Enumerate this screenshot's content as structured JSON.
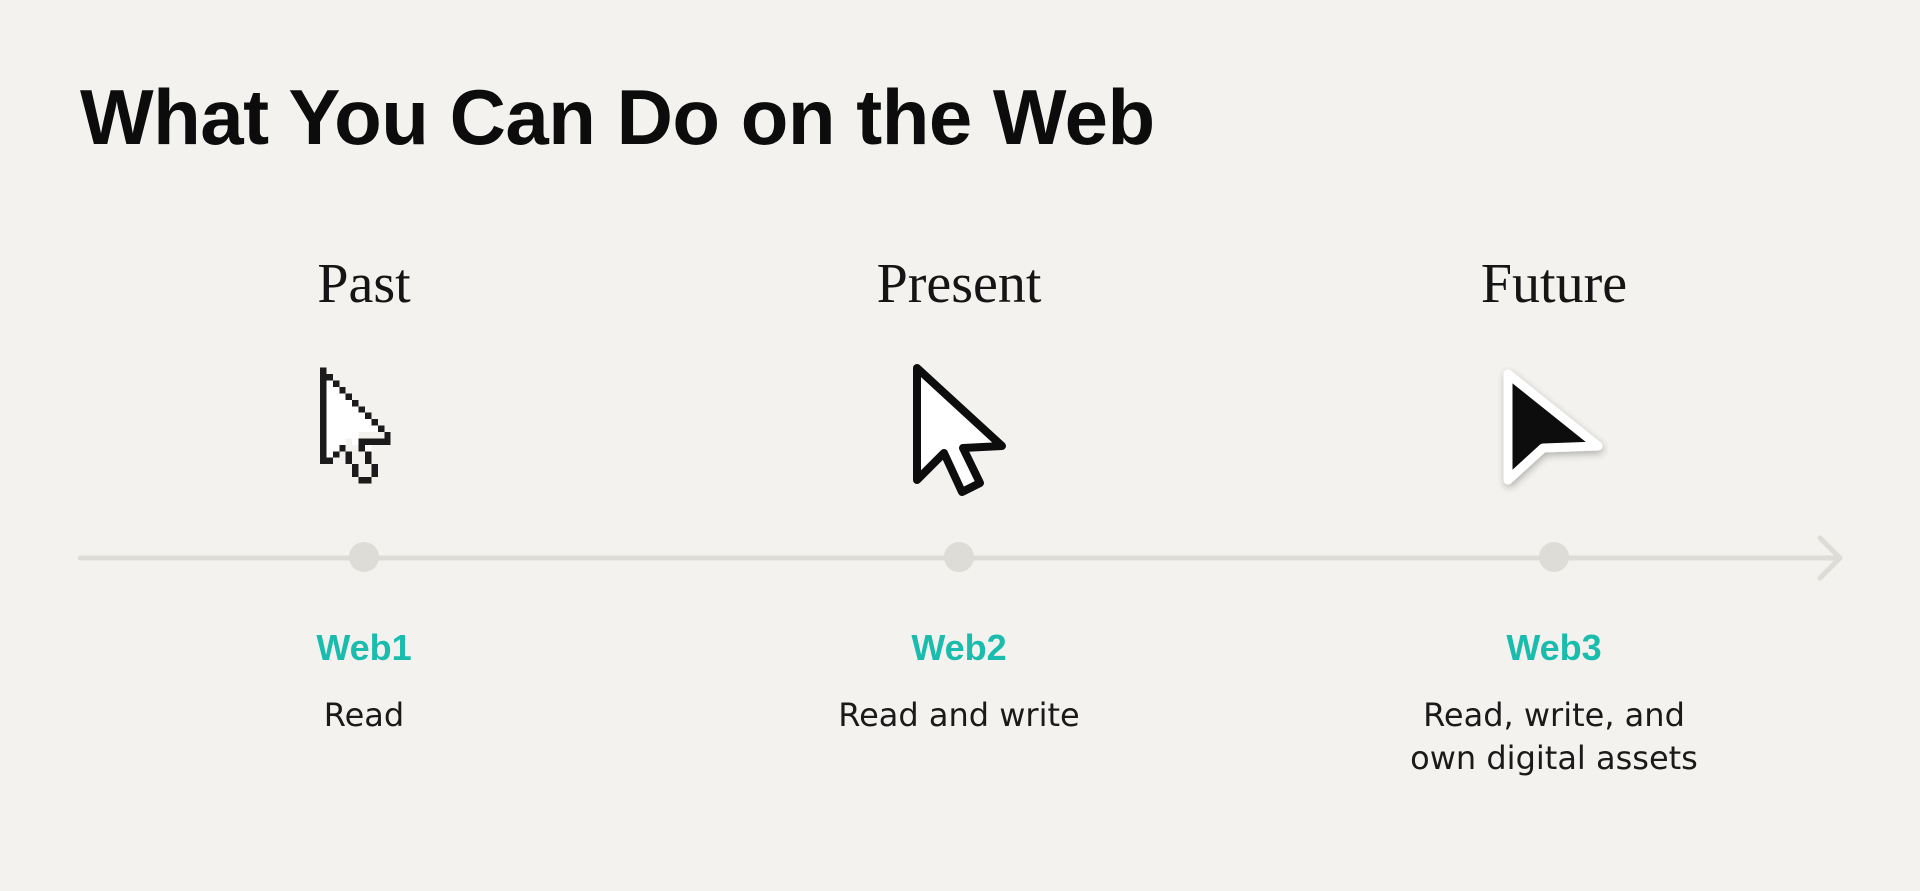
{
  "title": "What You Can Do on the Web",
  "colors": {
    "background": "#f3f2ee",
    "accent": "#1abcae",
    "timeline": "#dddcd6",
    "ink": "#111111"
  },
  "eras": [
    {
      "period": "Past",
      "web": "Web1",
      "ability": "Read",
      "icon": "pixel-arrow-cursor-icon"
    },
    {
      "period": "Present",
      "web": "Web2",
      "ability": "Read and write",
      "icon": "outlined-arrow-cursor-icon"
    },
    {
      "period": "Future",
      "web": "Web3",
      "ability_lines": [
        "Read, write, and",
        "own digital assets"
      ],
      "icon": "solid-arrow-cursor-icon"
    }
  ]
}
